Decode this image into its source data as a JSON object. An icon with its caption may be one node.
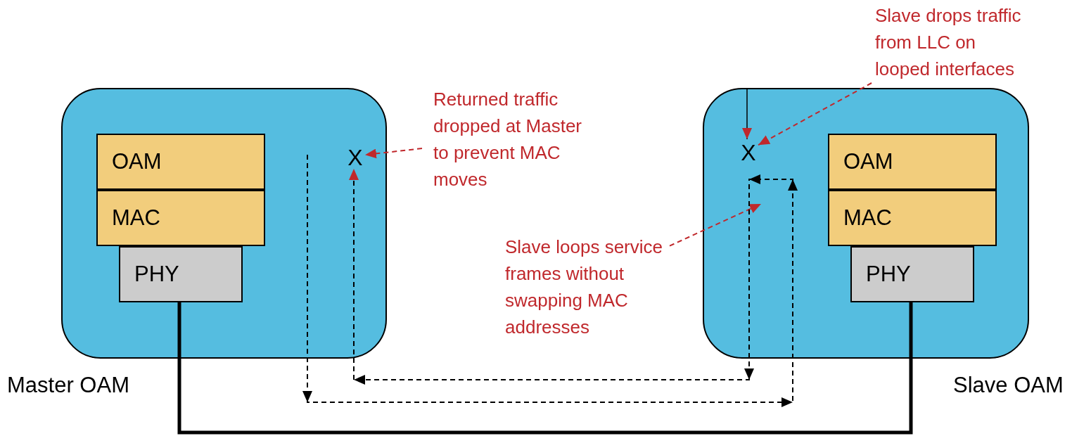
{
  "diagram": {
    "nodes": [
      {
        "text": [],
        "shape": "box",
        "beside": [
          "Master OAM"
        ]
      },
      {
        "text": [
          "OAM"
        ],
        "in": 0
      },
      {
        "text": [
          "MAC"
        ],
        "in": 0
      },
      {
        "text": [
          "PHY"
        ],
        "in": 0
      },
      {
        "text": [
          "X"
        ],
        "in": 0
      },
      {
        "text": [
          "Returned traffic dropped at Master to prevent MAC moves"
        ]
      },
      {
        "text": [
          "Slave drops traffic from LLC on looped interfaces"
        ]
      },
      {
        "text": [],
        "shape": "box",
        "beside": [
          "Slave OAM"
        ]
      },
      {
        "text": [
          "X"
        ],
        "in": 7
      },
      {
        "text": [
          "OAM"
        ],
        "in": 7
      },
      {
        "text": [
          "MAC"
        ],
        "in": 7
      },
      {
        "text": [
          "PHY"
        ],
        "in": 7
      },
      {
        "text": [
          "Slave loops service frames without swapping MAC addresses"
        ]
      }
    ],
    "edges": [
      {
        "from": 5,
        "to": 4,
        "arrow": "to",
        "style": "dashed",
        "color": "#c0282c"
      },
      {
        "from": 6,
        "to": 8,
        "arrow": "to",
        "style": "dashed",
        "color": "#c0282c"
      },
      {
        "from": 12,
        "to": null,
        "arrow": "to",
        "style": "dashed",
        "color": "#c0282c"
      },
      {
        "from": 7,
        "to": 8,
        "arrow": "to",
        "color": "#000000"
      },
      {
        "from": 3,
        "to": 11,
        "arrow": "none",
        "style": "thick",
        "color": "#000000"
      },
      {
        "from": null,
        "to": 4,
        "arrow": "to",
        "style": "dashed",
        "color": "#000000"
      }
    ]
  }
}
